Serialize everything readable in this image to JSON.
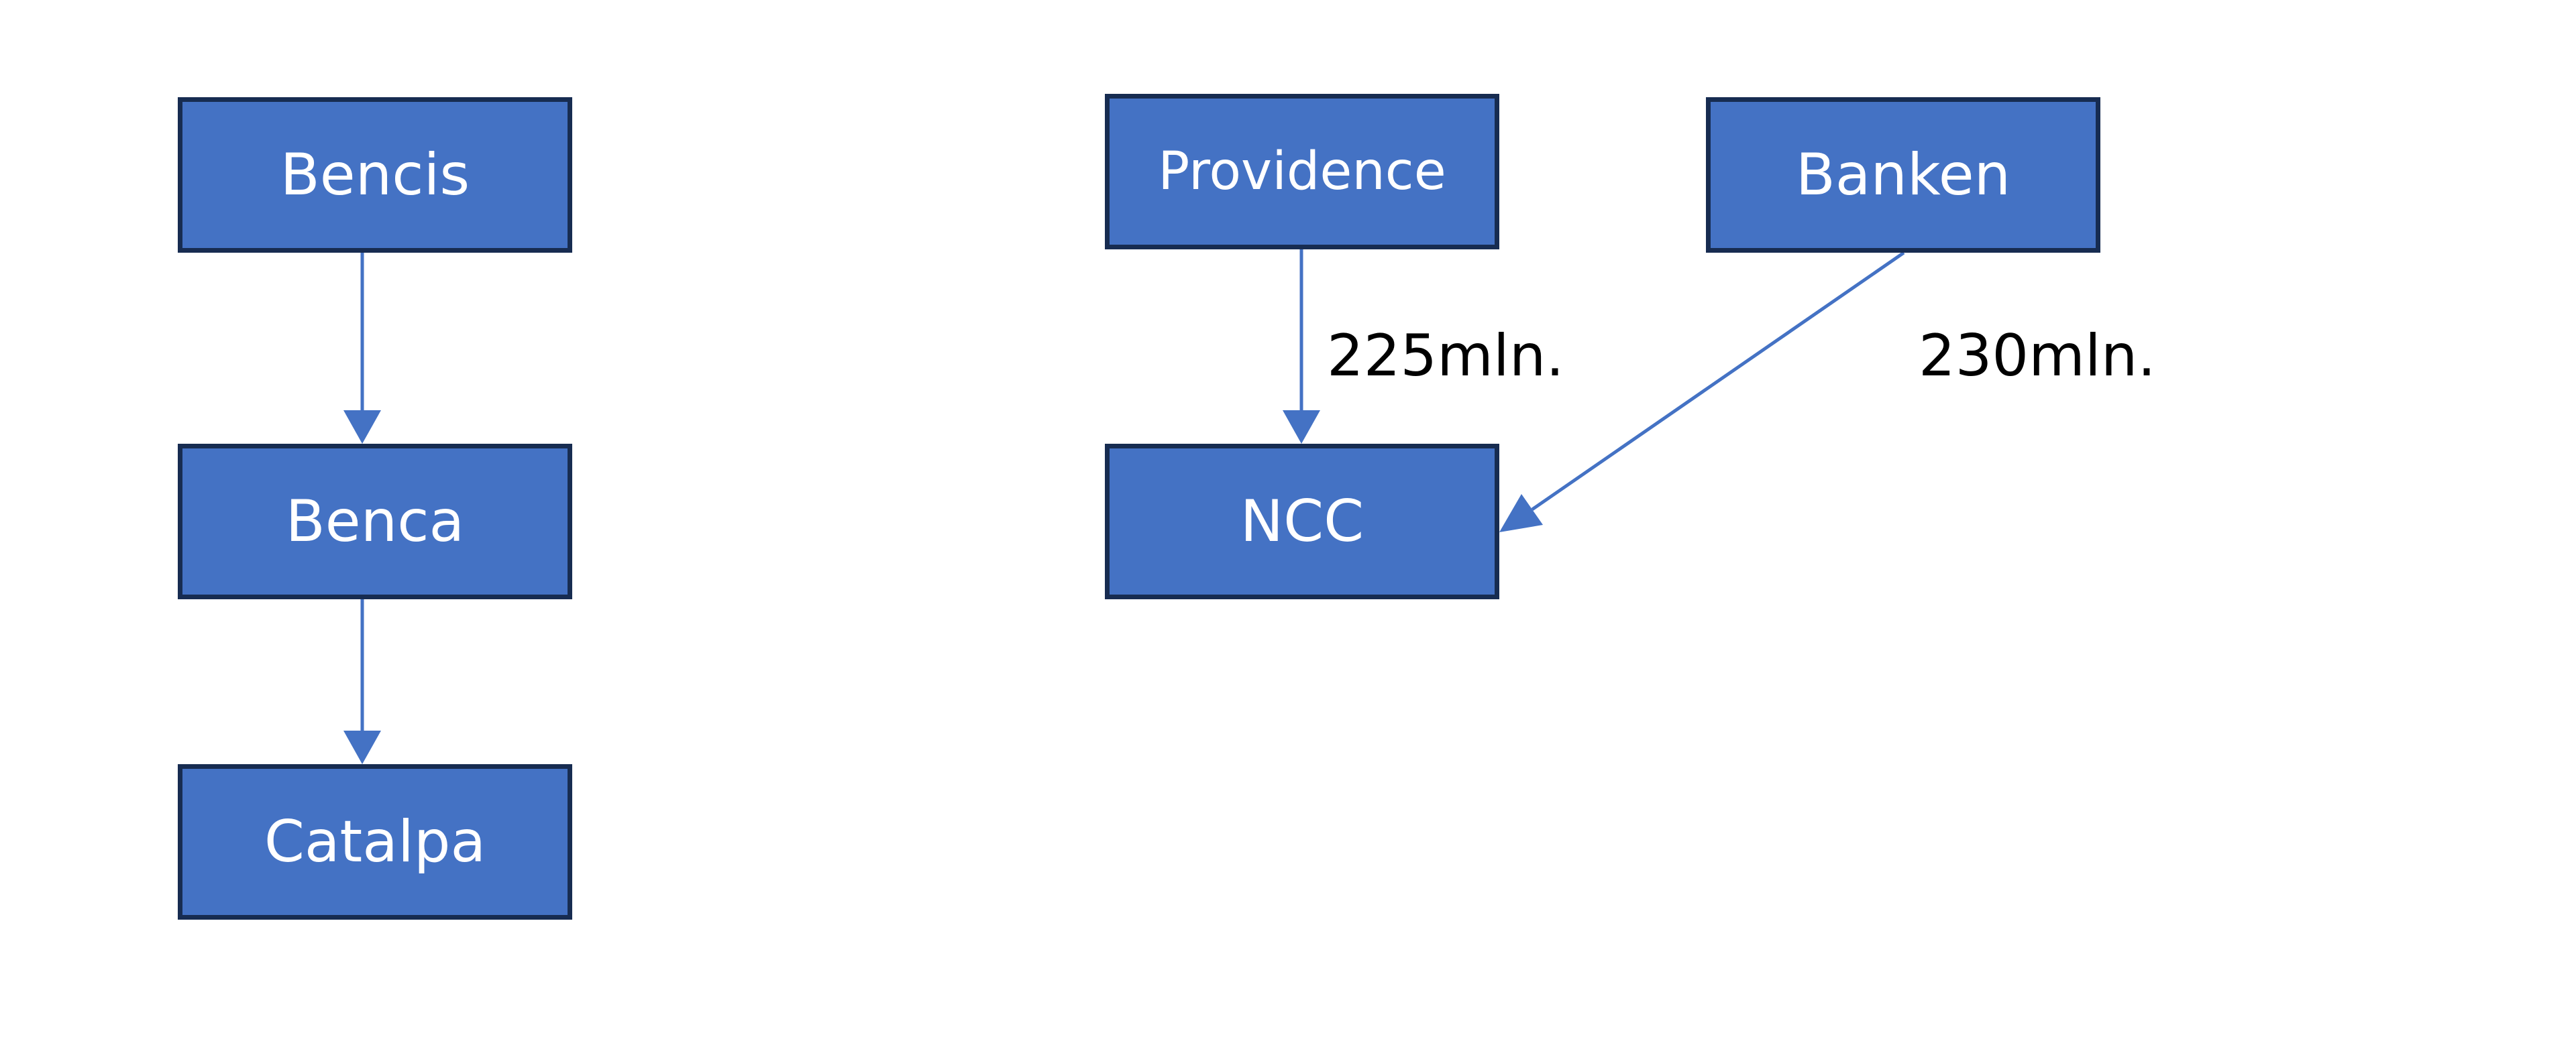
{
  "nodes": {
    "bencis": "Bencis",
    "benca": "Benca",
    "catalpa": "Catalpa",
    "providence": "Providence",
    "banken": "Banken",
    "ncc": "NCC"
  },
  "edges": [
    {
      "from": "bencis",
      "to": "benca",
      "label": ""
    },
    {
      "from": "benca",
      "to": "catalpa",
      "label": ""
    },
    {
      "from": "providence",
      "to": "ncc",
      "label": "225mln."
    },
    {
      "from": "banken",
      "to": "ncc",
      "label": "230mln."
    }
  ],
  "labels": {
    "providence_to_ncc": "225mln.",
    "banken_to_ncc": "230mln."
  },
  "colors": {
    "node_fill": "#4472c4",
    "node_border": "#172c51",
    "node_text": "#ffffff",
    "edge": "#4472c4",
    "label_text": "#000000"
  }
}
